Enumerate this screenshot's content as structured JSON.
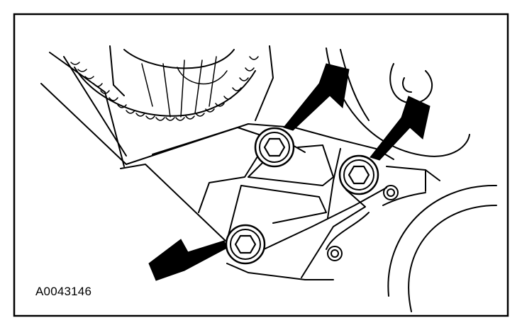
{
  "figure": {
    "reference_code": "A0043146"
  },
  "colors": {
    "line": "#000000",
    "background": "#ffffff"
  },
  "parts": {
    "bolt_count": 3,
    "arrow_count": 3
  }
}
